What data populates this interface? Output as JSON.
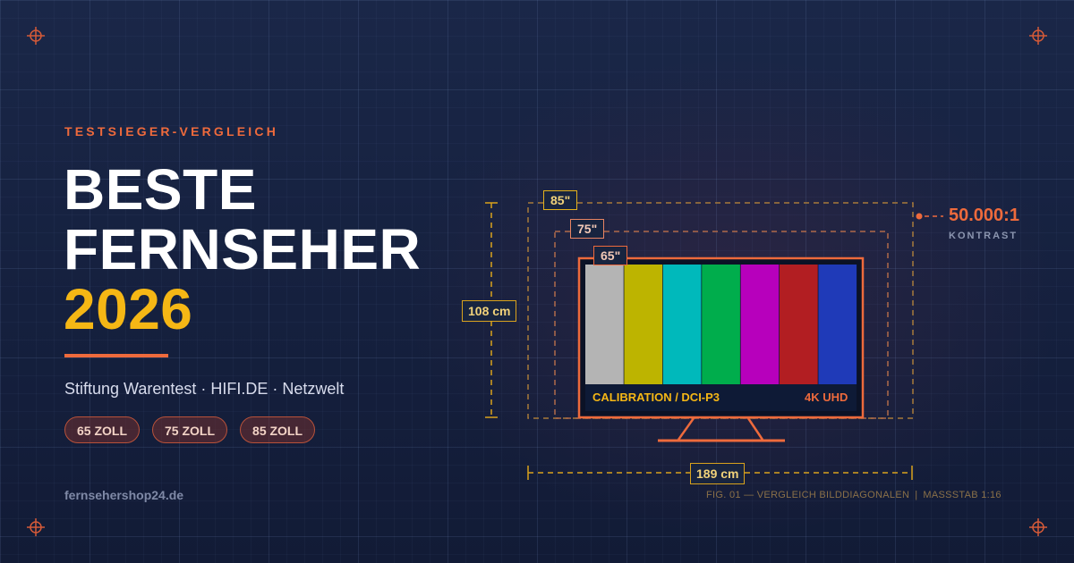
{
  "eyebrow": "TESTSIEGER-VERGLEICH",
  "headline": {
    "line1": "BESTE",
    "line2": "FERNSEHER",
    "year": "2026"
  },
  "sources": "Stiftung Warentest · HIFI.DE · Netzwelt",
  "size_pills": [
    "65 ZOLL",
    "75 ZOLL",
    "85 ZOLL"
  ],
  "domain": "fernsehershop24.de",
  "figure": {
    "size_tags": [
      "85\"",
      "75\"",
      "65\""
    ],
    "height_label": "108 cm",
    "width_label": "189 cm",
    "screen_label_left": "CALIBRATION / DCI-P3",
    "screen_label_right": "4K UHD",
    "color_bars": [
      "#b4b4b4",
      "#bdb400",
      "#00b9bb",
      "#00ad4c",
      "#b700bc",
      "#b21e22",
      "#1f3ab8"
    ],
    "contrast_value": "50.000:1",
    "contrast_label": "KONTRAST",
    "caption_left": "FIG. 01 — VERGLEICH BILDDIAGONALEN",
    "caption_sep": "|",
    "caption_right": "MASSSTAB 1:16"
  },
  "colors": {
    "accent": "#ee6a3c",
    "gold": "#f5b715",
    "background": "#15213f"
  },
  "icons": [
    "crosshair-icon"
  ]
}
